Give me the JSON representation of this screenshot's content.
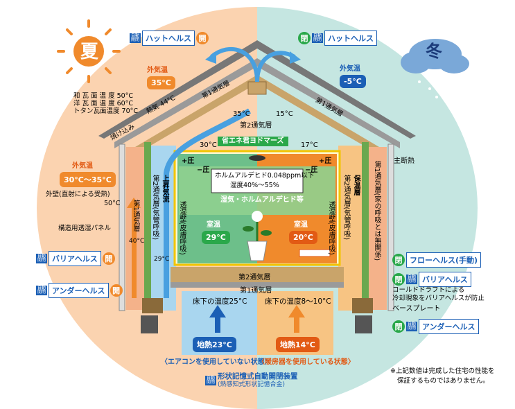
{
  "seasons": {
    "summer": "夏",
    "winter": "冬"
  },
  "auto_badge": {
    "line1": "自動",
    "line2": "開閉"
  },
  "state": {
    "open": "開",
    "close": "閉"
  },
  "top_left_tag": "ハットヘルス",
  "top_right_tag": "ハットヘルス",
  "outside_temp": {
    "summer_label": "外気温",
    "summer_value": "35°C",
    "winter_label": "外気温",
    "winter_value": "-5°C",
    "wall_label": "外気温",
    "wall_value": "30°C〜35°C"
  },
  "roof_temps": [
    "和 瓦 面 温 度 50°C",
    "洋 瓦 面 温 度 60°C",
    "トタン瓦面温度 70°C"
  ],
  "roof_heat": "熱気 44°C",
  "first_vent_layer": "第1通気層",
  "second_vent_layer": "第2通気層",
  "radiant_heat": "焼け込み",
  "attic": {
    "left_temp": "35°C",
    "right_temp": "15°C"
  },
  "ceiling": {
    "left_temp": "30°C",
    "right_temp": "17°C",
    "title": "省エネ君ヨドマーズ"
  },
  "pressure": {
    "plus": "+圧",
    "minus": "−圧"
  },
  "formaldehyde": {
    "line1": "ホルムアルデヒド0.048ppm以下",
    "line2": "湿度40%〜55%"
  },
  "moisture_band": "湿気・ホルムアルデヒド等",
  "room": {
    "left_label": "室温",
    "left_value": "29°C",
    "right_label": "室温",
    "right_value": "20°C"
  },
  "wall_vertical": {
    "upflow": "上昇気流",
    "second_layer_left": "第2通気層(気管呼吸)",
    "breathable_left": "透湿壁(皮膚呼吸)",
    "insulation": "保温層",
    "second_layer_right": "第2通気層(気管呼吸)",
    "breathable_right": "透湿壁(皮膚呼吸)",
    "first_layer_left": "第1通気層",
    "first_layer_right": "第1通気層(家の呼吸とは無関係)"
  },
  "left_notes": {
    "outer_wall": "外壁(直射による受熱)",
    "outer_wall_temp": "50°C",
    "panel": "構造用透湿パネル",
    "temp_40": "40°C",
    "temp_29": "29°C"
  },
  "left_tags": [
    "バリアヘルス",
    "アンダーヘルス"
  ],
  "right_tags": {
    "flow": "フローヘルス(手動)",
    "barrier": "バリアヘルス",
    "under": "アンダーヘルス"
  },
  "right_notes": {
    "main_insulation": "主断熱",
    "cold_draft_1": "コールドドラフトによる",
    "cold_draft_2": "冷却現象をバリアヘルスが防止",
    "base_plate": "ベースプレート"
  },
  "floor": {
    "left": "床下の温度25°C",
    "right": "床下の温度8〜10°C",
    "ground_left": "地熱23°C",
    "ground_right": "地熱14°C"
  },
  "captions": {
    "left": "〈エアコンを使用していない状態〉",
    "right": "〈暖房器を使用している状態〉",
    "device_line1": "形状記憶式自動開閉装置",
    "device_line2": "(熱感知式形状記憶合金)"
  },
  "disclaimer": {
    "line1": "※上記数値は完成した住宅の性能を",
    "line2": "保証するものではありません。"
  },
  "colors": {
    "summer_bg": "#fbd3b0",
    "winter_bg": "#c5e6e1",
    "orange": "#f08a2c",
    "blue": "#1b5fb5",
    "green": "#2aa84a",
    "wood": "#c9a46a",
    "wall_green": "#6aa84f"
  }
}
